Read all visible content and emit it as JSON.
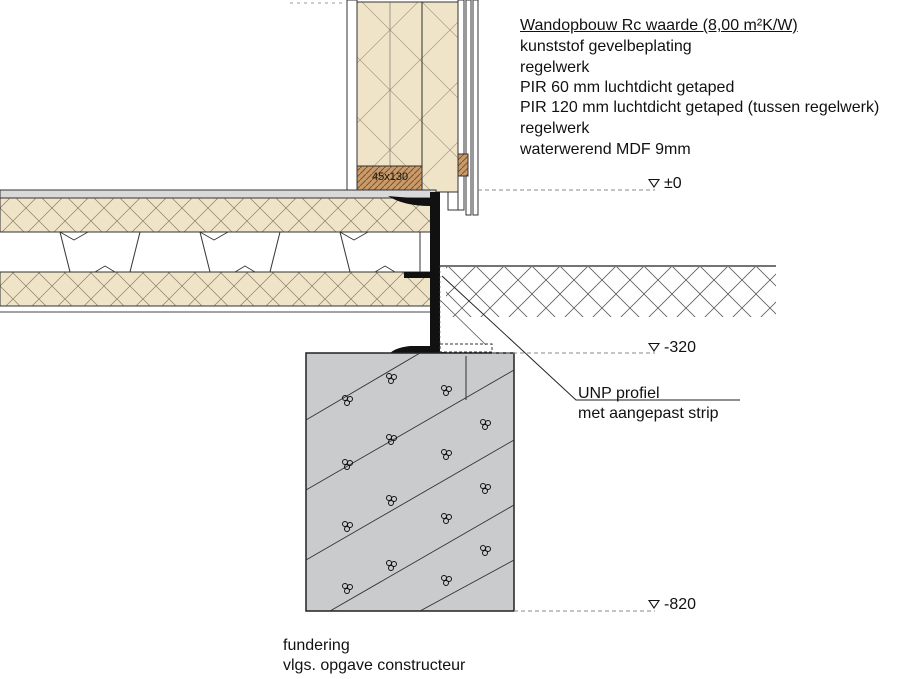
{
  "wall_spec": {
    "title": "Wandopbouw Rc waarde (8,00 m²K/W)",
    "layers": [
      "kunststof gevelbeplating",
      "regelwerk",
      "PIR 60 mm luchtdicht getaped",
      "PIR 120 mm luchtdicht getaped (tussen regelwerk)",
      "regelwerk",
      "waterwerend MDF 9mm"
    ]
  },
  "timber_label": "45x130",
  "levels": [
    "±0",
    "-320",
    "-820"
  ],
  "profile_label": [
    "UNP profiel",
    "met aangepast strip"
  ],
  "foundation_label": [
    "fundering",
    "vlgs. opgave constructeur"
  ],
  "colors": {
    "insulation": "#efe3c8",
    "concrete": "#c9cbcd",
    "steel": "#111111",
    "timber": "#c99a6a",
    "line": "#222222"
  }
}
